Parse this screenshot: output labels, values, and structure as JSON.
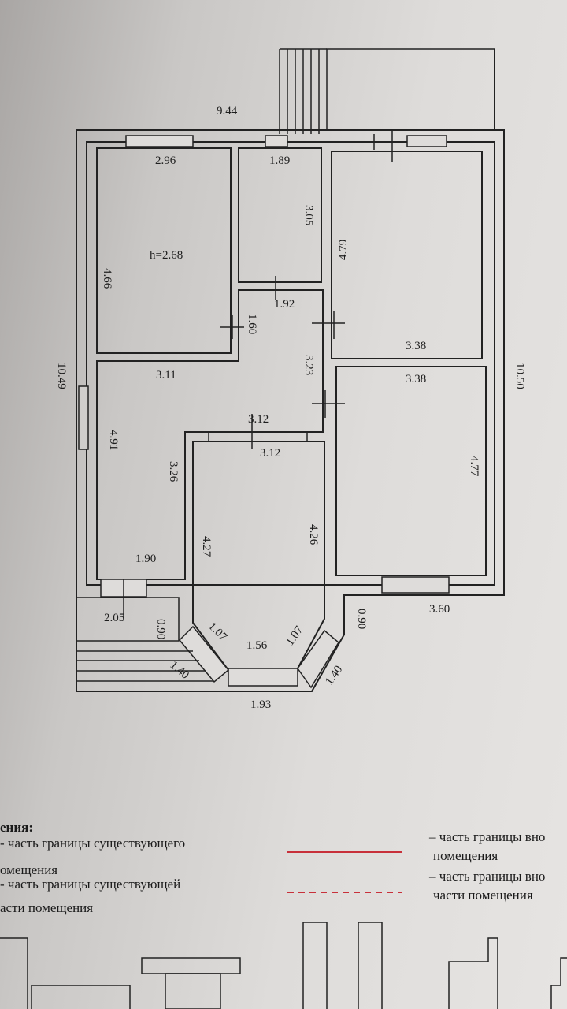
{
  "plan": {
    "dimensions": {
      "porch_width": "9.44",
      "room1_width": "2.96",
      "room1_height_side": "4.66",
      "room1_ceiling": "h=2.68",
      "room2_width": "1.89",
      "room2_depth": "3.05",
      "room3_depth": "4.79",
      "room3_width": "3.38",
      "hall_width_top": "1.92",
      "hall_side": "1.60",
      "hall_depth": "3.23",
      "hall_bottom_a": "3.12",
      "hall_bottom_b": "3.12",
      "left_total": "10.49",
      "right_total": "10.50",
      "room4_width": "3.11",
      "room4_depth": "4.91",
      "room4_inner": "3.26",
      "room4_bottom": "1.90",
      "room5_width": "3.38",
      "room5_depth": "4.77",
      "room5_bottom": "3.60",
      "bay_left": "4.27",
      "bay_right": "4.26",
      "bay_diag_left": "1.07",
      "bay_diag_right": "1.07",
      "bay_front": "1.56",
      "porch_left_width": "2.05",
      "porch_left_depth": "0.90",
      "porch_right_depth": "0.90",
      "diag_outer_left": "1.40",
      "diag_outer_right": "1.40",
      "outer_front": "1.93"
    }
  },
  "legend": {
    "heading": "ения:",
    "item1_line1": "- часть границы существующего",
    "item1_line2": "омещения",
    "item2_line1": "- часть границы существующей",
    "item2_line2": "асти помещения",
    "item3_line1": "– часть границы вно",
    "item3_line2": "помещения",
    "item4_line1": "– часть границы вно",
    "item4_line2": "части помещения",
    "line_color": "#c8303a"
  }
}
